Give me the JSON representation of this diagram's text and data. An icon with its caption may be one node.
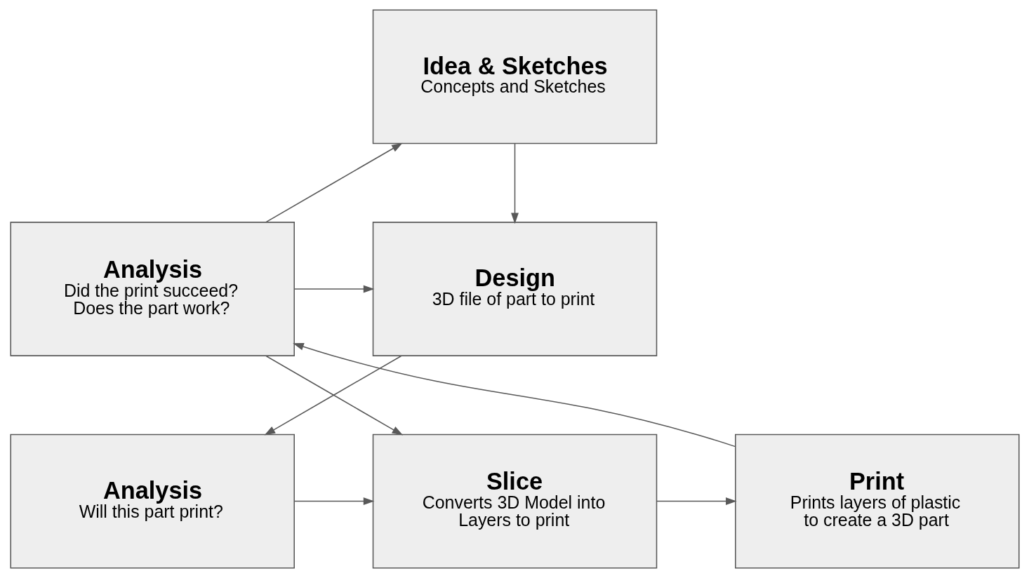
{
  "diagram": {
    "nodes": [
      {
        "text": [
          "Idea & Sketches",
          "Concepts and Sketches"
        ]
      },
      {
        "text": [
          "Design",
          "3D file of part to print"
        ]
      },
      {
        "text": [
          "Analysis",
          "Will this part print?"
        ]
      },
      {
        "text": [
          "Slice",
          "Converts 3D Model into Layers to print"
        ]
      },
      {
        "text": [
          "Print",
          "Prints layers of plastic to create a 3D part"
        ]
      },
      {
        "text": [
          "Analysis",
          "Did the print succeed? Does the part work?"
        ]
      }
    ],
    "edges": [
      {
        "from": 0,
        "to": 1,
        "arrow": "to"
      },
      {
        "from": 1,
        "to": 2,
        "arrow": "to"
      },
      {
        "from": 2,
        "to": 3,
        "arrow": "to"
      },
      {
        "from": 3,
        "to": 4,
        "arrow": "to"
      },
      {
        "from": 4,
        "to": 5,
        "arrow": "to"
      },
      {
        "from": 5,
        "to": 0,
        "arrow": "to"
      },
      {
        "from": 5,
        "to": 1,
        "arrow": "to"
      },
      {
        "from": 5,
        "to": 3,
        "arrow": "to"
      }
    ]
  }
}
